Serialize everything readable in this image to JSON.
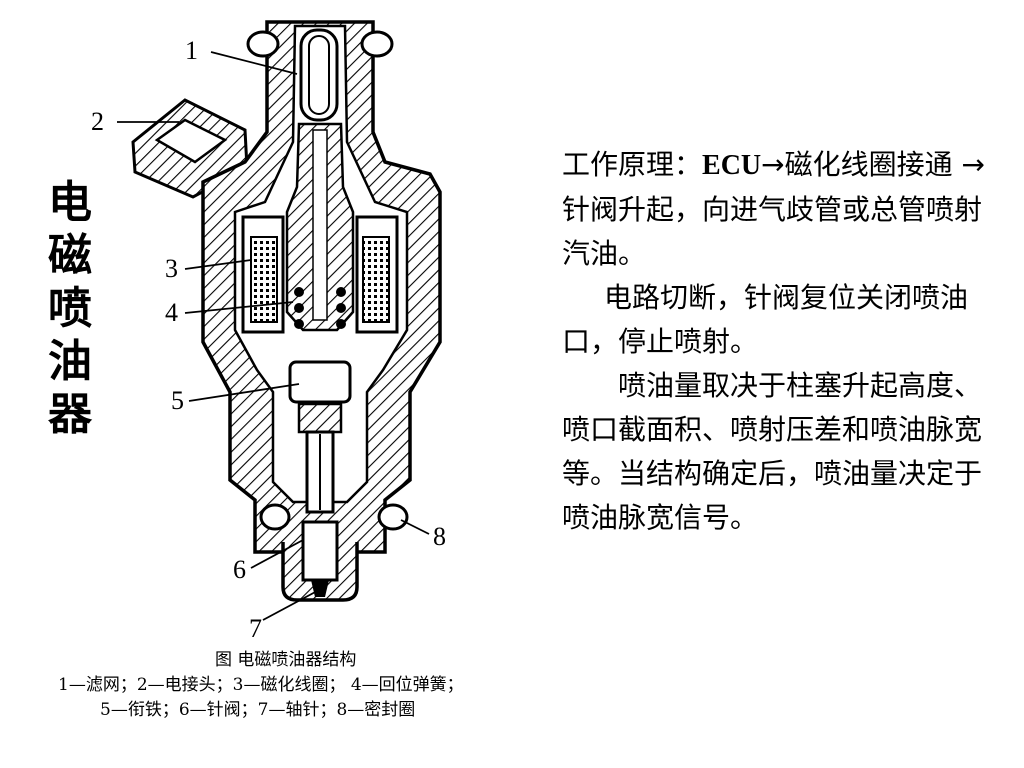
{
  "vertical_title": [
    "电",
    "磁",
    "喷",
    "油",
    "器"
  ],
  "callouts": [
    "1",
    "2",
    "3",
    "4",
    "5",
    "6",
    "7",
    "8"
  ],
  "caption": {
    "title": "图  电磁喷油器结构",
    "line1": "1—滤网；2—电接头；3—磁化线圈； 4—回位弹簧；",
    "line2": "5—衔铁；6—针阀；7—轴针；8—密封圈"
  },
  "description": {
    "p1_label": "工作原理：",
    "p1_ecu": "ECU",
    "p1_rest": "→磁化线圈接通 →针阀升起，向进气歧管或总管喷射汽油。",
    "p2": "电路切断，针阀复位关闭喷油口，停止喷射。",
    "p3": "喷油量取决于柱塞升起高度、喷口截面积、喷射压差和喷油脉宽等。当结构确定后，喷油量决定于喷油脉宽信号。"
  }
}
